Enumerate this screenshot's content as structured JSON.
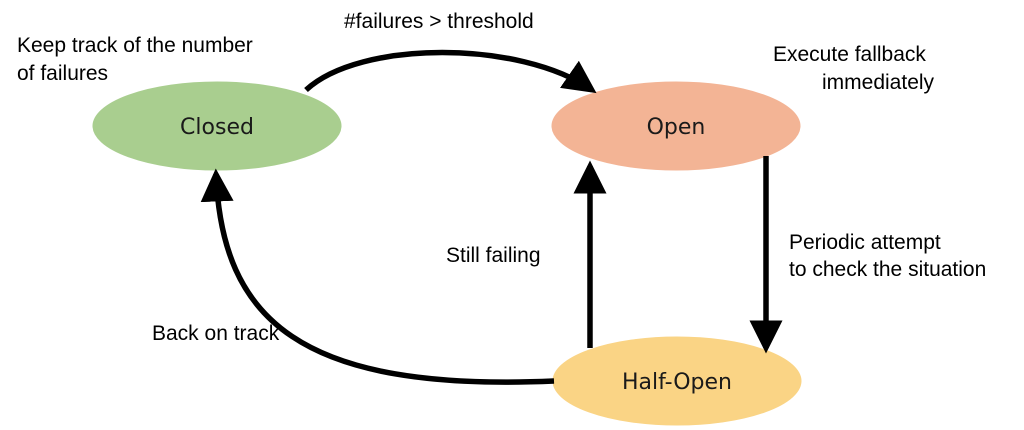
{
  "colors": {
    "closed": "#a9ce8f",
    "open": "#f3b495",
    "half_open": "#fad485",
    "edge": "#000000"
  },
  "states": {
    "closed": {
      "label": "Closed"
    },
    "open": {
      "label": "Open"
    },
    "half_open": {
      "label": "Half-Open"
    }
  },
  "notes": {
    "closed_line1": "Keep track of the number",
    "closed_line2": "of failures",
    "open_line1": "Execute fallback",
    "open_line2": "immediately"
  },
  "transitions": {
    "closed_to_open": "#failures > threshold",
    "open_to_half_open_line1": "Periodic attempt",
    "open_to_half_open_line2": "to check the situation",
    "half_open_to_open": "Still failing",
    "half_open_to_closed": "Back on track"
  }
}
